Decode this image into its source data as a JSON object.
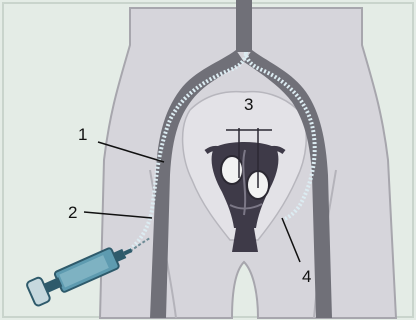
{
  "labels": {
    "one": "1",
    "two": "2",
    "three": "3",
    "four": "4"
  },
  "colors": {
    "background": "#e4ece6",
    "body": "#d6d5db",
    "body_outline": "#a7a6ad",
    "vessel": "#707078",
    "vessel_dark": "#5a5a63",
    "catheter": "#dcecf2",
    "organ": "#3e3a48",
    "organ_light": "#7b7786",
    "syringe_body": "#5e9bb0",
    "syringe_dark": "#2e5a6b",
    "syringe_cap": "#c6d8de"
  },
  "icons": [
    "syringe-icon",
    "catheter-icon",
    "uterus-icon",
    "ovary-icon"
  ]
}
